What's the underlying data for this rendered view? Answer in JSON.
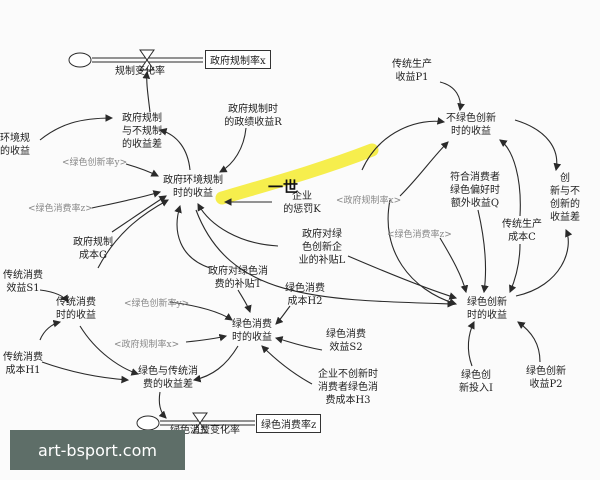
{
  "nodes": {
    "reg_change_rate": "规制变化率",
    "gov_reg_rate": "政府规制率x",
    "gov_reg_diff": "政府规制\n与不规制\n的收益差",
    "gov_env_left_cut": "环境规\n的收益",
    "gov_reg_perf": "政府规制时\n的政绩收益R",
    "gov_env_benefit": "政府环境规制\n时的收益",
    "gov_reg_cost": "政府规制\n成本G",
    "penalty_k": "企业\n的惩罚K",
    "stamp_char": "一世",
    "trad_prod_p1": "传统生产\n收益P1",
    "nongreen_innov": "不绿色创新\n时的收益",
    "green_pref_q": "符合消费者\n绿色偏好时\n额外收益Q",
    "trad_cost_c": "传统生产\n成本C",
    "innov_diff": "创\n新与不\n创新的\n收益差",
    "gov_subsidy_l": "政府对绿\n色创新企\n业的补贴L",
    "green_innov_benefit": "绿色创新\n时的收益",
    "green_invest_i": "绿色创\n新投入I",
    "green_innov_p2": "绿色创新\n收益P2",
    "trad_consume_s1": "传统消费\n效益S1",
    "trad_consume_benefit": "传统消费\n时的收益",
    "gov_green_subsidy_t": "政府对绿色消\n费的补贴T",
    "green_consume_h2": "绿色消费\n成本H2",
    "green_consume_benefit": "绿色消费\n时的收益",
    "green_consume_s2": "绿色消费\n效益S2",
    "trad_consume_h1": "传统消费\n成本H1",
    "green_trad_diff": "绿色与传统消\n费的收益差",
    "nongreen_consumer_h3": "企业不创新时\n消费者绿色消\n费成本H3",
    "green_consume_change": "绿色消费变化率",
    "green_consume_rate": "绿色消费率z"
  },
  "shadow_vars": {
    "green_innov_y_1": "<绿色创新率y>",
    "green_consume_z_1": "<绿色消费率z>",
    "gov_reg_x_1": "<政府规制率x>",
    "green_consume_z_2": "<绿色消费率z>",
    "green_innov_y_2": "<绿色创新率y>",
    "gov_reg_x_2": "<政府规制率x>"
  },
  "watermark": "art-bsport.com",
  "colors": {
    "highlight": "#f5ec3a",
    "line": "#2a2a2a",
    "shadow_text": "#888888",
    "watermark_bg": "#5e6e68"
  }
}
